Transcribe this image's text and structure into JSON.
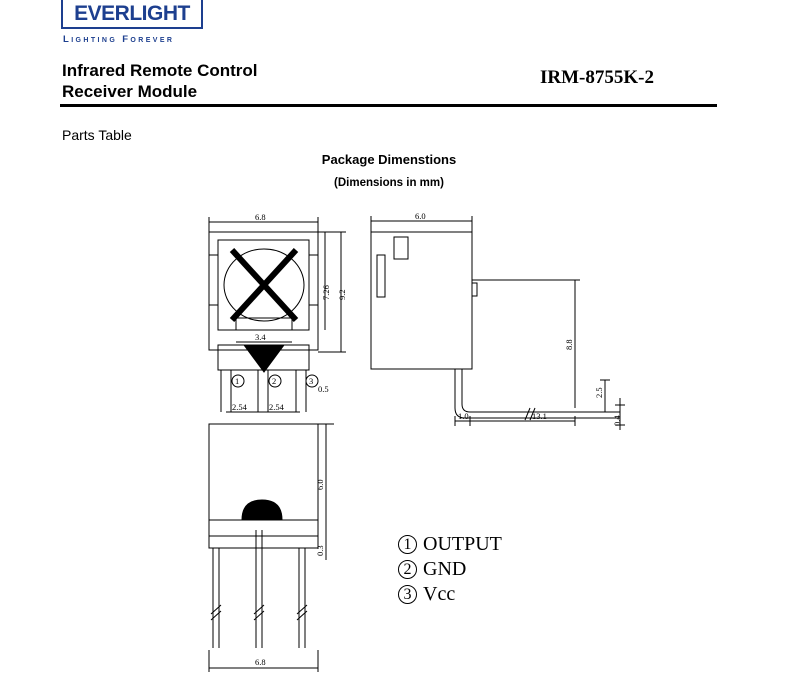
{
  "header": {
    "logo_text": "EVERLIGHT",
    "tagline": "Lighting Forever",
    "doc_title_line1": "Infrared Remote Control",
    "doc_title_line2": "Receiver Module",
    "part_number": "IRM-8755K-2"
  },
  "section_label": "Parts Table",
  "package": {
    "title": "Package Dimenstions",
    "subtitle": "(Dimensions in mm)"
  },
  "dimensions": {
    "top_width": "6.8",
    "top_height_inner": "7.26",
    "top_height_total": "9.2",
    "lens_width": "3.4",
    "pin_pitch_left": "2.54",
    "pin_pitch_right": "2.54",
    "pin_offset": "0.5",
    "side_width": "6.0",
    "side_height": "8.8",
    "side_lead_height": "2.5",
    "side_lead_offset": "1.0",
    "side_lead_length": "13.1",
    "side_lead_thickness": "0.4",
    "front_height": "6.0",
    "front_base": "0.3",
    "front_width": "6.8"
  },
  "pin_callouts": [
    "1",
    "2",
    "3"
  ],
  "pins": [
    {
      "num": "1",
      "name": "OUTPUT"
    },
    {
      "num": "2",
      "name": "GND"
    },
    {
      "num": "3",
      "name": "Vcc"
    }
  ]
}
